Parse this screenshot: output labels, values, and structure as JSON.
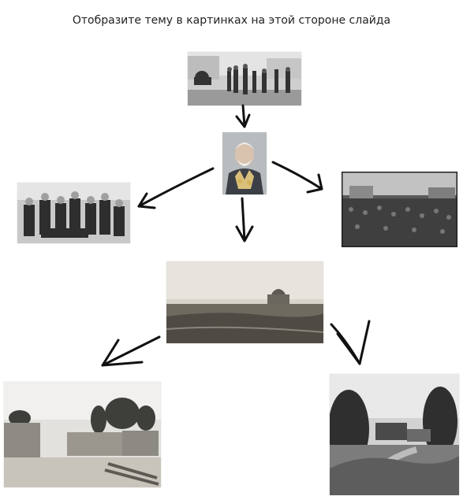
{
  "slide": {
    "title": "Отобразите тему в  картинках на этой стороне слайда"
  },
  "images": [
    {
      "name": "street-scene-photo",
      "subject": "street crowd with cart"
    },
    {
      "name": "general-portrait-photo",
      "subject": "general portrait"
    },
    {
      "name": "soldiers-group-photo",
      "subject": "group of soldiers"
    },
    {
      "name": "city-crowd-photo",
      "subject": "crowd on city square"
    },
    {
      "name": "steppe-mausoleum-photo",
      "subject": "steppe with mausoleum"
    },
    {
      "name": "village-houses-photo",
      "subject": "village houses"
    },
    {
      "name": "mountain-village-photo",
      "subject": "mountain village"
    }
  ]
}
